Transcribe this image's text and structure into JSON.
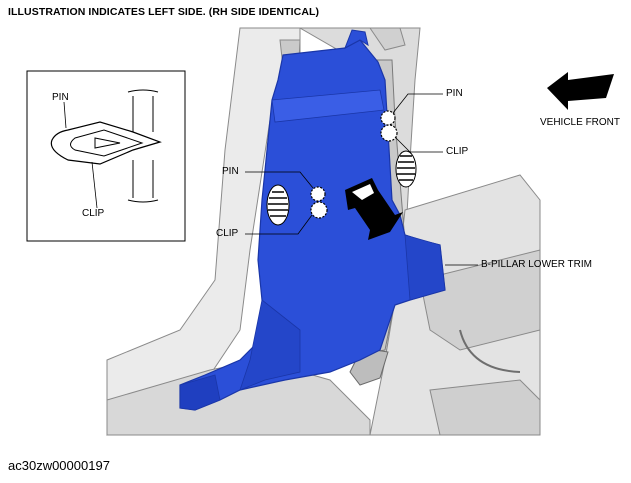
{
  "caption": "ILLUSTRATION INDICATES LEFT SIDE. (RH SIDE IDENTICAL)",
  "figure_id": "ac30zw00000197",
  "labels": {
    "inset_pin": "PIN",
    "inset_clip": "CLIP",
    "pin_left": "PIN",
    "clip_left": "CLIP",
    "pin_right": "PIN",
    "clip_right": "CLIP",
    "vehicle_front": "VEHICLE FRONT",
    "part_name": "B-PILLAR LOWER TRIM"
  },
  "colors": {
    "trim_blue": "#2b4fd8",
    "trim_blue_dark": "#1a36a8",
    "body_gray": "#e8e8e8",
    "line_gray": "#8a8a8a"
  }
}
